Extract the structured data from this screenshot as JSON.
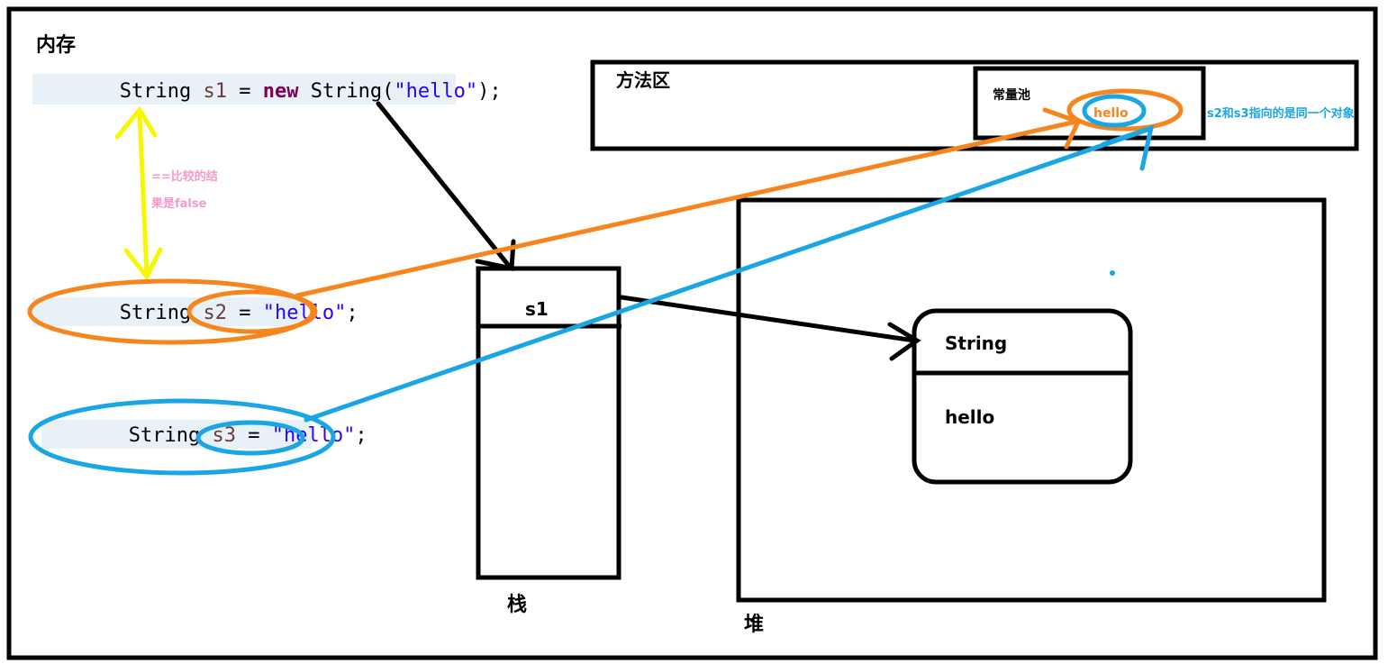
{
  "title": "内存",
  "colors": {
    "black": "#000000",
    "orange": "#f7851e",
    "blue": "#1aa6e4",
    "yellow": "#f7f700",
    "pink": "#f59ac8",
    "keyword": "#7f0055",
    "string_literal": "#2a00ff",
    "code_highlight": "#e8f0f8"
  },
  "code": {
    "s1": {
      "type": "String",
      "var": "s1",
      "eq": " = ",
      "kw": "new",
      "ctor": " String(",
      "literal": "\"hello\"",
      "end": ");"
    },
    "s2": {
      "type": "String",
      "var": "s2",
      "eq": " = ",
      "literal": "\"hello\"",
      "end": ";"
    },
    "s3": {
      "type": "String",
      "var": "s3",
      "eq": " = ",
      "literal": "\"hello\"",
      "end": ";"
    }
  },
  "annotations": {
    "compare_line1": "==比较的结",
    "compare_line2": "果是false",
    "same_object": "s2和s3指向的是同一个对象"
  },
  "method_area": {
    "label": "方法区",
    "constant_pool": {
      "label": "常量池",
      "value": "hello"
    }
  },
  "stack": {
    "label": "栈",
    "slot": "s1"
  },
  "heap": {
    "label": "堆",
    "object": {
      "type": "String",
      "value": "hello"
    }
  }
}
